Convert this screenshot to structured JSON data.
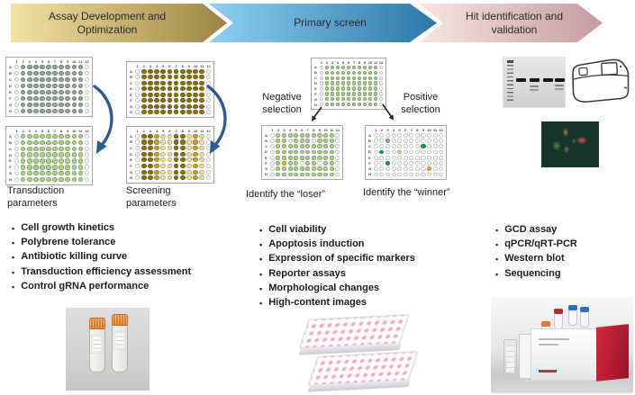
{
  "phases": [
    {
      "label": "Assay Development and Optimization",
      "gradient": [
        "#f2e3a3",
        "#9e8444"
      ]
    },
    {
      "label": "Primary screen",
      "gradient": [
        "#8fd0f0",
        "#2b78a8"
      ]
    },
    {
      "label": "Hit identification and validation",
      "gradient": [
        "#f7e6e2",
        "#c69ba1"
      ]
    }
  ],
  "labels": {
    "transduction_parameters": "Transduction parameters",
    "screening_parameters": "Screening parameters",
    "negative_selection": "Negative selection",
    "positive_selection": "Positive selection",
    "identify_loser": "Identify the “loser”",
    "identify_winner": "Identify the “winner”"
  },
  "lists": {
    "assay_development": [
      "Cell growth kinetics",
      "Polybrene tolerance",
      "Antibiotic killing curve",
      "Transduction efficiency assessment",
      "Control gRNA performance"
    ],
    "primary_screen": [
      "Cell viability",
      "Apoptosis induction",
      "Expression of specific markers",
      "Reporter assays",
      "Morphological changes",
      "High-content images"
    ],
    "hit_validation": [
      "GCD assay",
      "qPCR/qRT-PCR",
      "Western blot",
      "Sequencing"
    ]
  },
  "plates": {
    "columns": [
      "1",
      "2",
      "3",
      "4",
      "5",
      "6",
      "7",
      "8",
      "9",
      "10",
      "11",
      "12"
    ],
    "rows": [
      "A",
      "B",
      "C",
      "D",
      "E",
      "F",
      "G",
      "H"
    ],
    "palette": {
      "s": "#94a795",
      "g": "#a9d38b",
      "o": "#8b7110",
      "m": "#c3a62f",
      "p": "#eee1a0",
      "y": "#cfc21d",
      "d": "#18a05f",
      "e": "#74c878",
      "l": "#bfdcab",
      "x": "#c4cabc"
    },
    "specs": [
      {
        "name": "transduction-plate-gray",
        "wells": [
          ".ssssssssss.",
          ".ssssssssss.",
          ".ssssssssss.",
          ".ssssssssss.",
          ".ssssssssss.",
          ".ssssssssss.",
          ".ssssssssss.",
          ".ssssssssss."
        ]
      },
      {
        "name": "transduction-plate-green",
        "wells": [
          ".gggggggggg.",
          ".gggggggggg.",
          ".gggggggggg.",
          ".gggggggggg.",
          ".gggggggggg.",
          ".gggggggggg.",
          ".gggggggggg.",
          ".gggggggggg."
        ]
      },
      {
        "name": "screening-plate-olive",
        "wells": [
          ".oooooooooo.",
          ".oooooooooo.",
          ".oooooooooo.",
          ".oooooooooo.",
          ".oooooooooo.",
          ".oooooooooo.",
          ".oooooooooo.",
          ".oooooooooo."
        ]
      },
      {
        "name": "screening-plate-striped",
        "wells": [
          ".oomppoopmp.",
          ".oomppoopmp.",
          ".oomppoopmp.",
          ".oomppoopmp.",
          ".oomppoopmp.",
          ".oomppoopmp.",
          ".oomppoopmp.",
          ".oomppoopmp."
        ]
      },
      {
        "name": "primary-screen-plate",
        "wells": [
          ".gggggggggg.",
          ".gggggggggg.",
          ".gggggggggg.",
          ".gggggggggg.",
          ".gggggggggg.",
          ".gggggggggg.",
          ".gggggggggg.",
          ".gggggggggg."
        ]
      },
      {
        "name": "loser-plate",
        "wells": [
          ".gggggggggg.",
          ".gg.ggg.ggg.",
          ".gggggggggg.",
          ".ggggxgxggg.",
          ".gggggggggg.",
          ".gygg.gg.gg.",
          ".gggggggggg.",
          ".gggggggggg."
        ]
      },
      {
        "name": "winner-plate",
        "wells": [
          "............",
          "..e.........",
          "........d...",
          ".d..l.......",
          "............",
          "..d.........",
          ".........y..",
          "............"
        ]
      }
    ]
  },
  "colors": {
    "curved_arrow": "#2a5c8e",
    "selection_arrow": "#1f1f1f"
  },
  "icons": [
    "curved-flow-arrow-icon",
    "down-left-arrow-icon",
    "down-right-arrow-icon"
  ],
  "images": {
    "gel": "gel-electrophoresis-photo",
    "machine": "thermocycler-sketch",
    "fluorescence": "fluorescence-microscopy-photo",
    "cryovials": "cryovial-tubes-photo",
    "pink_plates": "pink-microplates-photo",
    "kit": "reagent-kit-photo"
  }
}
